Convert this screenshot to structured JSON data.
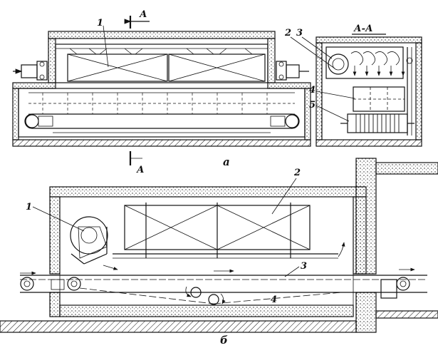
{
  "labels": {
    "section_a_top": "А",
    "section_a_bottom": "А",
    "section_title": "А-А",
    "caption_a": "а",
    "caption_b": "б",
    "a_item_1": "1",
    "a_item_2": "2",
    "a_item_3": "3",
    "a_item_4": "4",
    "a_item_5": "5",
    "b_item_1": "1",
    "b_item_2": "2",
    "b_item_3": "3",
    "b_item_4": "4"
  },
  "colors": {
    "ink": "#111111",
    "paper": "#ffffff"
  }
}
